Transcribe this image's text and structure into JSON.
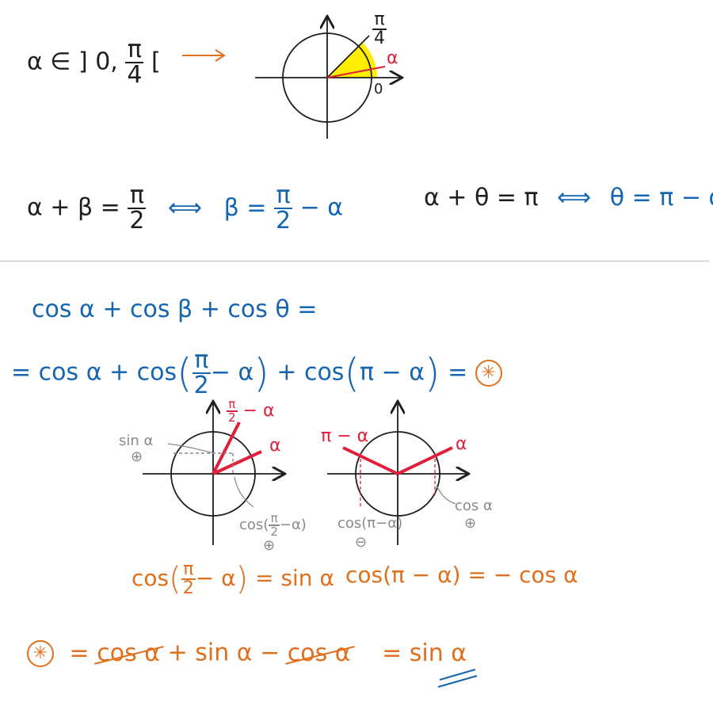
{
  "domain_lines": {
    "condition": {
      "alpha_in": "α ∈ ] 0,",
      "pi": "π",
      "four": "4",
      "bracket": "[",
      "arrow": "⟶"
    },
    "top_circle": {
      "pi": "π",
      "four": "4",
      "alpha": "α",
      "zero": "0"
    },
    "relation1": {
      "lhs": "α + β =",
      "pi": "π",
      "two": "2",
      "iff": "⟺",
      "beta_eq": "β =",
      "pi2": "π",
      "two2": "2",
      "minus_alpha": "− α"
    },
    "relation2": {
      "lhs": "α + θ = π",
      "iff": "⟺",
      "rhs": "θ = π − α"
    }
  },
  "expansion": {
    "line1": "cos α + cos β + cos θ =",
    "line2_a": "= cos α + cos",
    "line2_pi": "π",
    "line2_two": "2",
    "line2_b": "− α",
    "line2_c": "+ cos",
    "line2_d": "π − α",
    "line2_e": "=",
    "star": "✳"
  },
  "circle_left": {
    "label_pi": "π",
    "label_two": "2",
    "label_minus_alpha": "− α",
    "label_alpha": "α",
    "sin_label": "sin α",
    "sin_sign": "⊕",
    "cos_label_a": "cos(",
    "cos_pi": "π",
    "cos_two": "2",
    "cos_label_b": "−α)",
    "cos_sign": "⊕",
    "identity_a": "cos",
    "identity_pi": "π",
    "identity_two": "2",
    "identity_b": "− α",
    "identity_c": "= sin α"
  },
  "circle_right": {
    "label_pi_minus_alpha": "π − α",
    "label_alpha": "α",
    "cos_pi_minus": "cos(π−α)",
    "cos_pi_minus_sign": "⊖",
    "cos_alpha": "cos α",
    "cos_alpha_sign": "⊕",
    "identity": "cos(π − α) = − cos α"
  },
  "result": {
    "star": "✳",
    "eq": "=",
    "cos1": "cos α",
    "plus_sin": "+ sin α −",
    "cos2": "cos α",
    "final": "= sin α"
  },
  "colors": {
    "ink": "#1e1e1e",
    "blue": "#1565b0",
    "orange": "#e0701c",
    "red": "#e0203a",
    "gray": "#8a8a8a",
    "highlight": "#ffee00"
  }
}
